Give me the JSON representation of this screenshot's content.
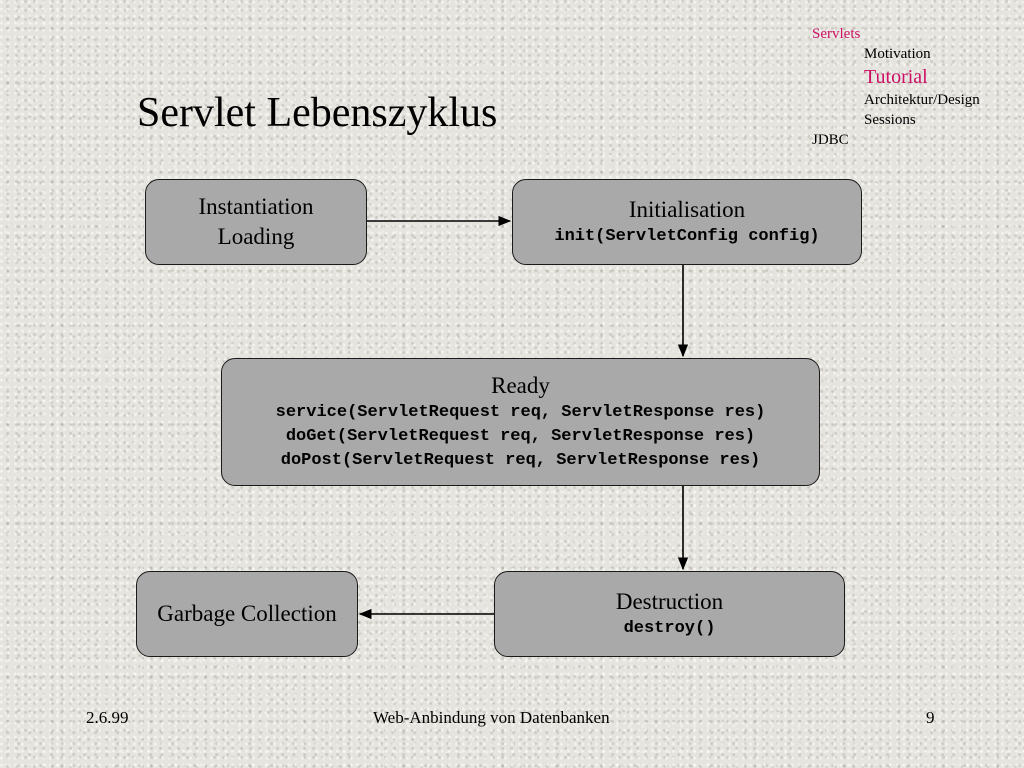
{
  "slide": {
    "title": "Servlet Lebenszyklus"
  },
  "nav": {
    "section": "Servlets",
    "items": [
      "Motivation",
      "Tutorial",
      "Architektur/Design",
      "Sessions"
    ],
    "active": "Tutorial",
    "next_section": "JDBC"
  },
  "diagram": {
    "instantiation": {
      "line1": "Instantiation",
      "line2": "Loading"
    },
    "initialisation": {
      "label": "Initialisation",
      "method": "init(ServletConfig config)"
    },
    "ready": {
      "label": "Ready",
      "methods": [
        "service(ServletRequest req, ServletResponse res)",
        "doGet(ServletRequest req, ServletResponse res)",
        "doPost(ServletRequest req, ServletResponse res)"
      ]
    },
    "destruction": {
      "label": "Destruction",
      "method": "destroy()"
    },
    "garbage_collection": {
      "label": "Garbage Collection"
    }
  },
  "footer": {
    "date": "2.6.99",
    "title": "Web-Anbindung von Datenbanken",
    "page": "9"
  },
  "colors": {
    "accent": "#cc1166",
    "box_fill": "#a9a9a9"
  }
}
